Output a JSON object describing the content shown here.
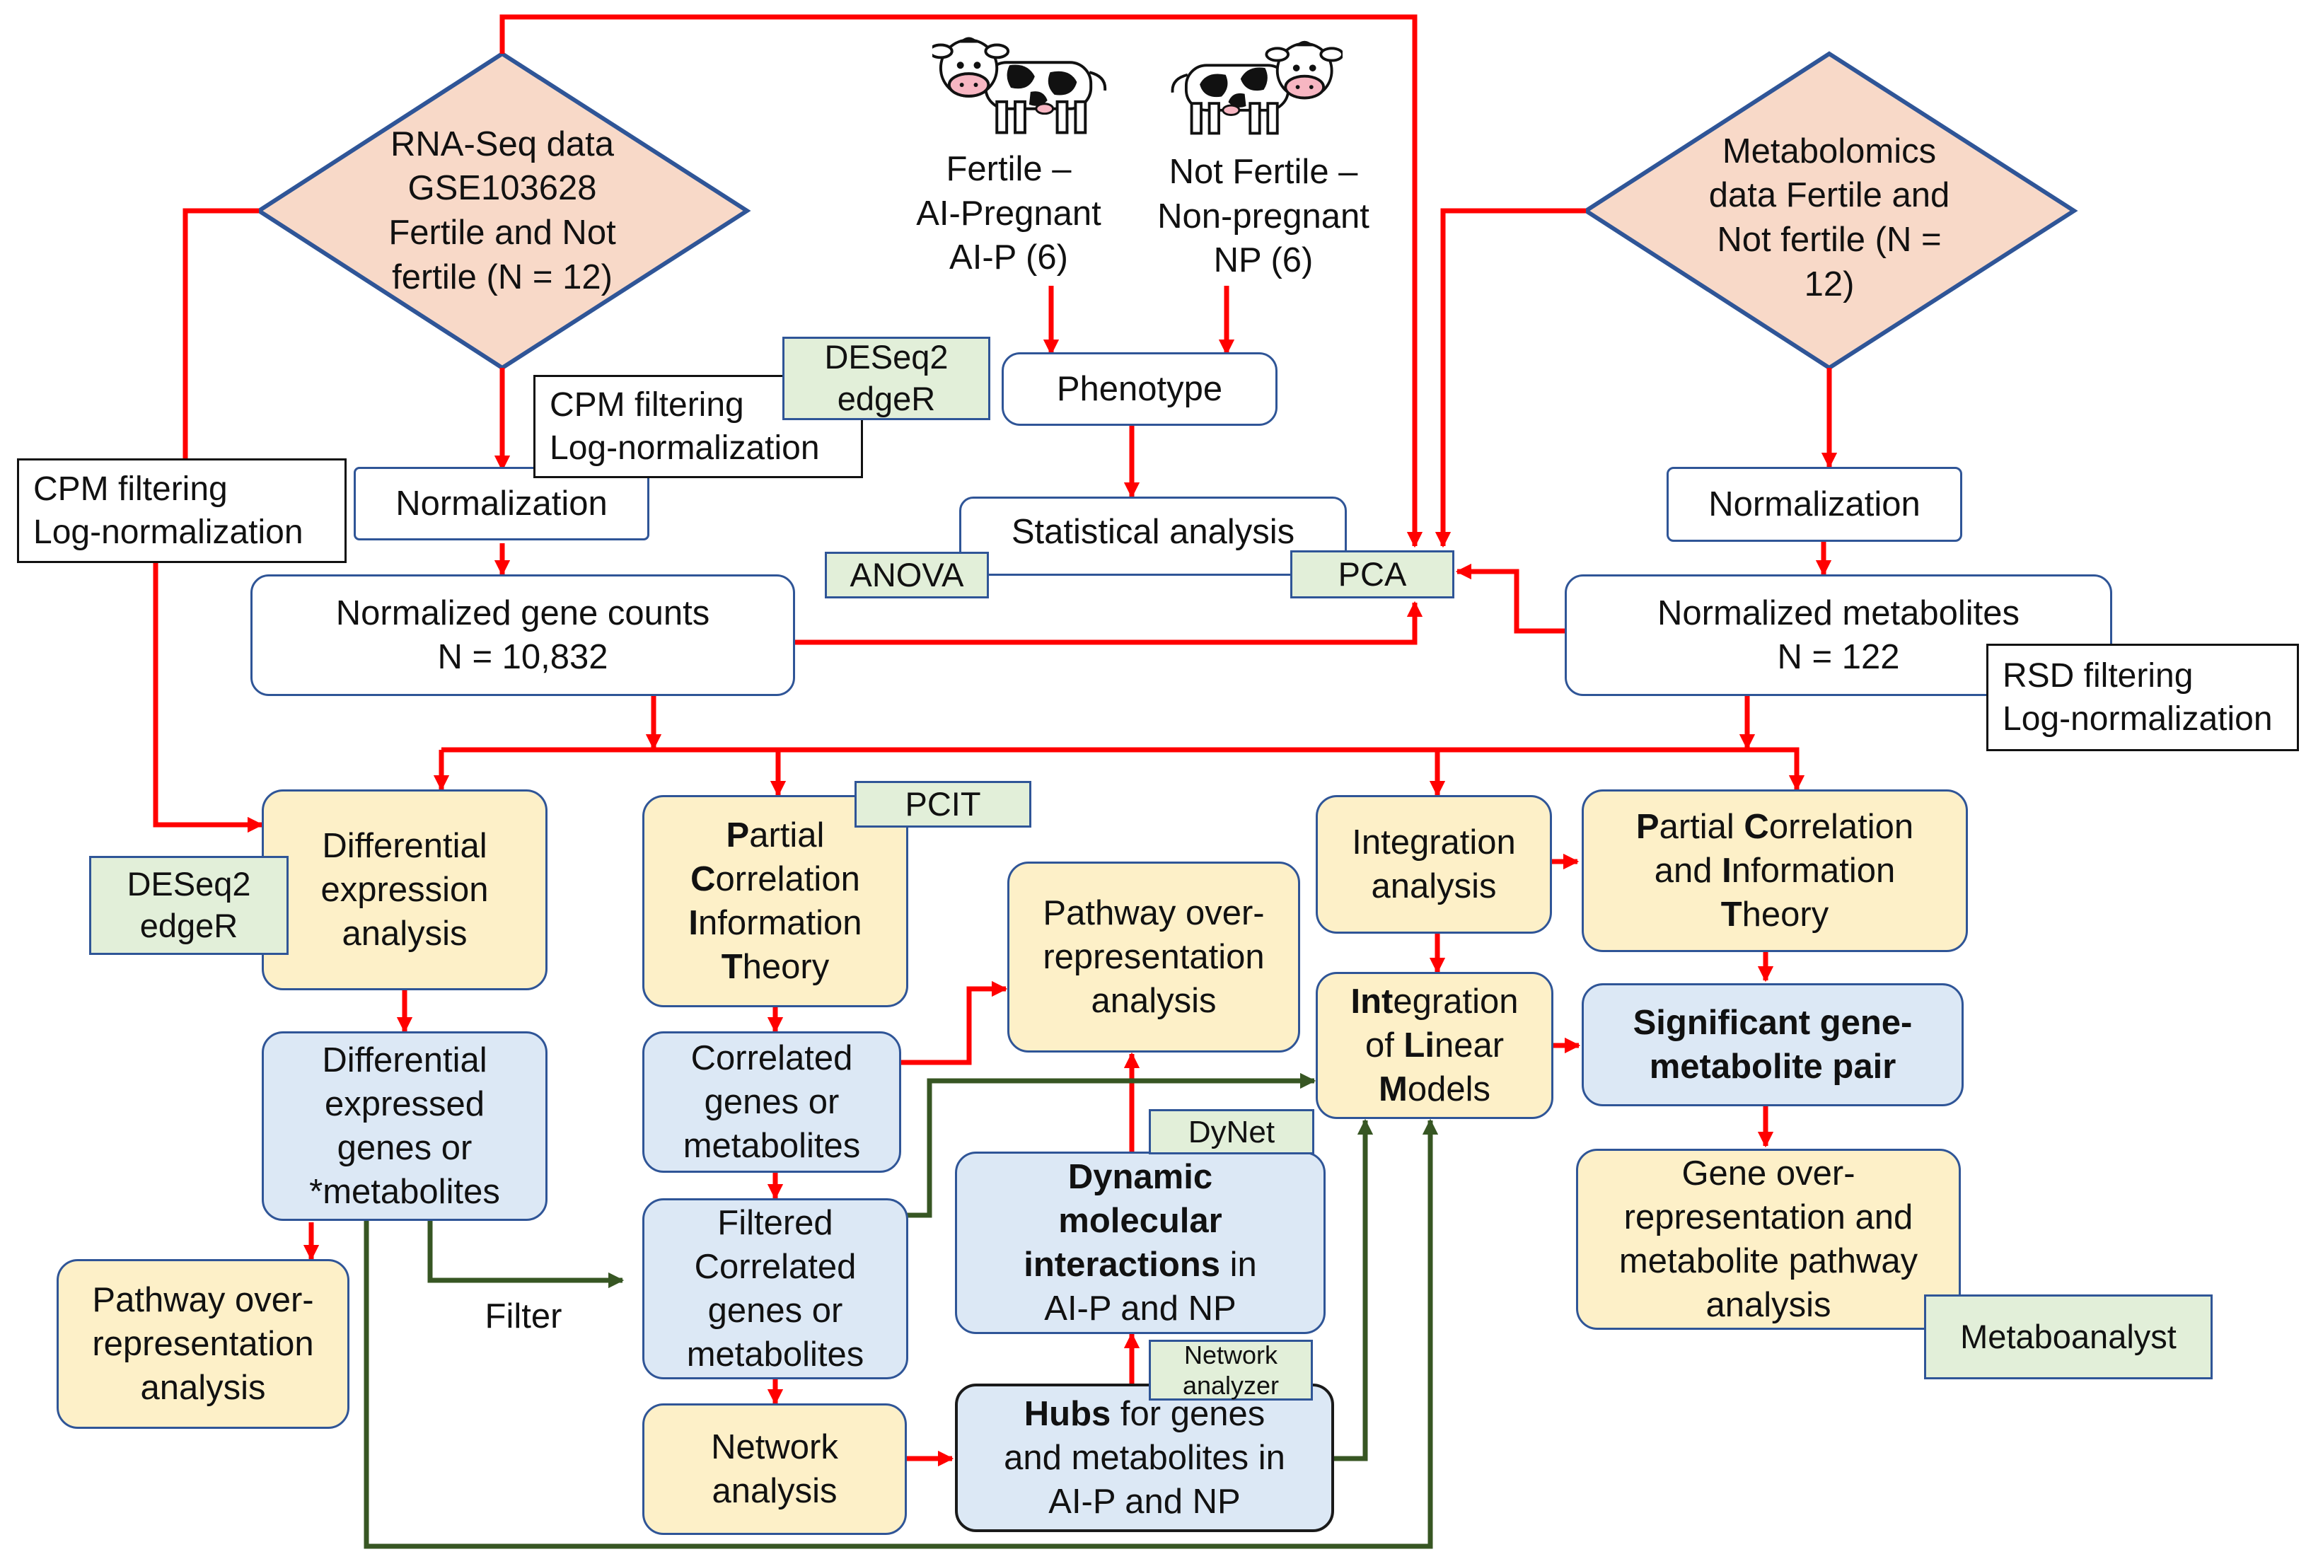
{
  "colors": {
    "flow_arrow": "#ff0000",
    "integration_arrow": "#375623",
    "yellow_fill": "#fdf0c8",
    "blue_fill": "#dce8f5",
    "tool_fill": "#e2efd9",
    "diamond_fill": "#f8d9c8",
    "border": "#2f5597"
  },
  "icons": {
    "cow_left": "cow-icon",
    "cow_right": "cow-icon"
  },
  "rna": {
    "lines": [
      "RNA-Seq data",
      "GSE103628",
      "Fertile and Not",
      "fertile (N = 12)"
    ]
  },
  "metab": {
    "lines": [
      "Metabolomics",
      "data Fertile and",
      "Not fertile (N =",
      "12)"
    ]
  },
  "fertile": {
    "lines": [
      "Fertile –",
      "AI-Pregnant",
      "AI-P (6)"
    ]
  },
  "notfertile": {
    "lines": [
      "Not Fertile –",
      "Non-pregnant",
      "NP (6)"
    ]
  },
  "phenotype": "Phenotype",
  "stats": "Statistical analysis",
  "anova": "ANOVA",
  "pca": "PCA",
  "cpm_left": {
    "lines": [
      "CPM filtering",
      "Log-normalization"
    ]
  },
  "cpm_mid": {
    "lines": [
      "CPM filtering",
      "Log-normalization"
    ]
  },
  "rsd": {
    "lines": [
      "RSD filtering",
      "Log-normalization"
    ]
  },
  "deseq_top": {
    "lines": [
      "DESeq2",
      "edgeR"
    ]
  },
  "deseq_left": {
    "lines": [
      "DESeq2",
      "edgeR"
    ]
  },
  "norm_left": "Normalization",
  "norm_right": "Normalization",
  "genecounts": {
    "lines": [
      "Normalized gene counts",
      "N = 10,832"
    ]
  },
  "metabolites": {
    "lines": [
      "Normalized metabolites",
      "N = 122"
    ]
  },
  "diffexp": {
    "lines": [
      "Differential",
      "expression",
      "analysis"
    ]
  },
  "degenes": {
    "lines": [
      "Differential",
      "expressed",
      "genes or",
      "*metabolites"
    ]
  },
  "pathway_left": {
    "lines": [
      "Pathway over-",
      "representation",
      "analysis"
    ]
  },
  "filter": "Filter",
  "pcit_tool": "PCIT",
  "pcit": {
    "lines": [
      {
        "b": "P",
        "r": "artial"
      },
      {
        "b": "C",
        "r": "orrelation"
      },
      {
        "b": "I",
        "r": "nformation"
      },
      {
        "b": "T",
        "r": "heory"
      }
    ]
  },
  "correlated": {
    "lines": [
      "Correlated",
      "genes or",
      "metabolites"
    ]
  },
  "filtered": {
    "lines": [
      "Filtered",
      "Correlated",
      "genes or",
      "metabolites"
    ]
  },
  "network": {
    "lines": [
      "Network",
      "analysis"
    ]
  },
  "pathway_mid": {
    "lines": [
      "Pathway over-",
      "representation",
      "analysis"
    ]
  },
  "dynet_tool": "DyNet",
  "dynamic": {
    "bold_lines": [
      "Dynamic",
      "molecular"
    ],
    "bold_part": "interactions",
    "rest_part": " in",
    "last_line": "AI-P and NP"
  },
  "netanalyzer": {
    "lines": [
      "Network",
      "analyzer"
    ]
  },
  "hubs": {
    "bold_part": "Hubs",
    "rest_part": " for  genes",
    "lines": [
      "and metabolites in",
      "AI-P and NP"
    ]
  },
  "integration": {
    "lines": [
      "Integration",
      "analysis"
    ]
  },
  "ilm": {
    "l1b": "Int",
    "l1r": "egration",
    "l2r": "of ",
    "l2b": "Li",
    "l2r2": "near",
    "l3b": "M",
    "l3r": "odels"
  },
  "pcit_right": {
    "l1b": "P",
    "l1r": "artial ",
    "l1b2": "C",
    "l1r2": "orrelation",
    "l2r": "and ",
    "l2b": "I",
    "l2r2": "nformation",
    "l3b": "T",
    "l3r": "heory"
  },
  "sigpair": {
    "lines": [
      "Significant gene-",
      "metabolite pair"
    ]
  },
  "geneover": {
    "lines": [
      "Gene over-",
      "representation and",
      "metabolite pathway",
      "analysis"
    ]
  },
  "metaboanalyst": "Metaboanalyst"
}
